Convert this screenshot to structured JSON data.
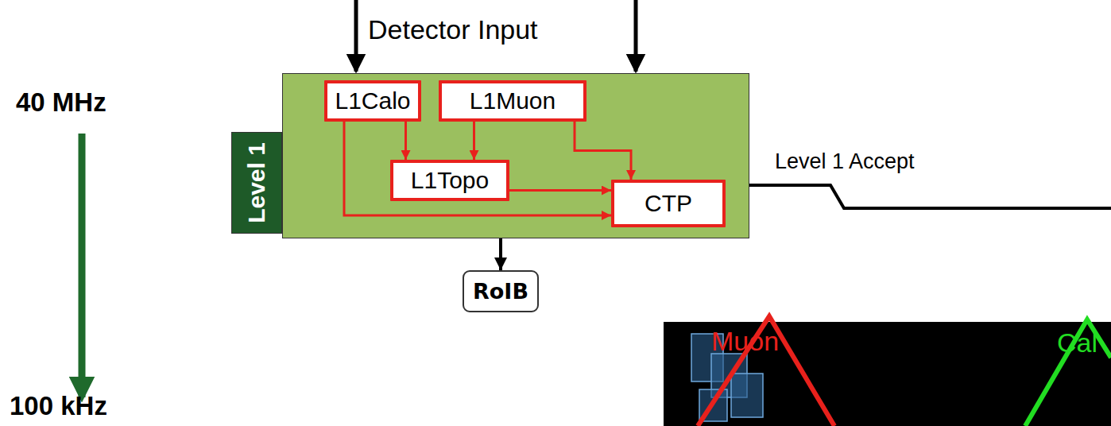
{
  "diagram": {
    "nodes": [
      {
        "text": [
          "Level 1"
        ]
      },
      {
        "text": [
          "L1Calo"
        ],
        "in": 0
      },
      {
        "text": [
          "L1Muon"
        ],
        "in": 0
      },
      {
        "text": [
          "L1Topo"
        ],
        "in": 0
      },
      {
        "text": [
          "CTP"
        ],
        "in": 0
      },
      {
        "text": [
          "RoIB"
        ]
      }
    ],
    "edges": [
      {
        "from": 1,
        "to": 3,
        "arrow": "to"
      },
      {
        "from": 2,
        "to": 3,
        "arrow": "to"
      },
      {
        "from": 2,
        "to": 4,
        "arrow": "to"
      },
      {
        "from": 3,
        "to": 4,
        "arrow": "to"
      },
      {
        "from": 1,
        "to": 4,
        "arrow": "to"
      },
      {
        "from": 0,
        "to": 5,
        "arrow": "to"
      }
    ],
    "labels": [
      "Detector Input",
      "40 MHz",
      "100 kHz",
      "Level 1 Accept",
      "Muon",
      "Cal"
    ]
  }
}
